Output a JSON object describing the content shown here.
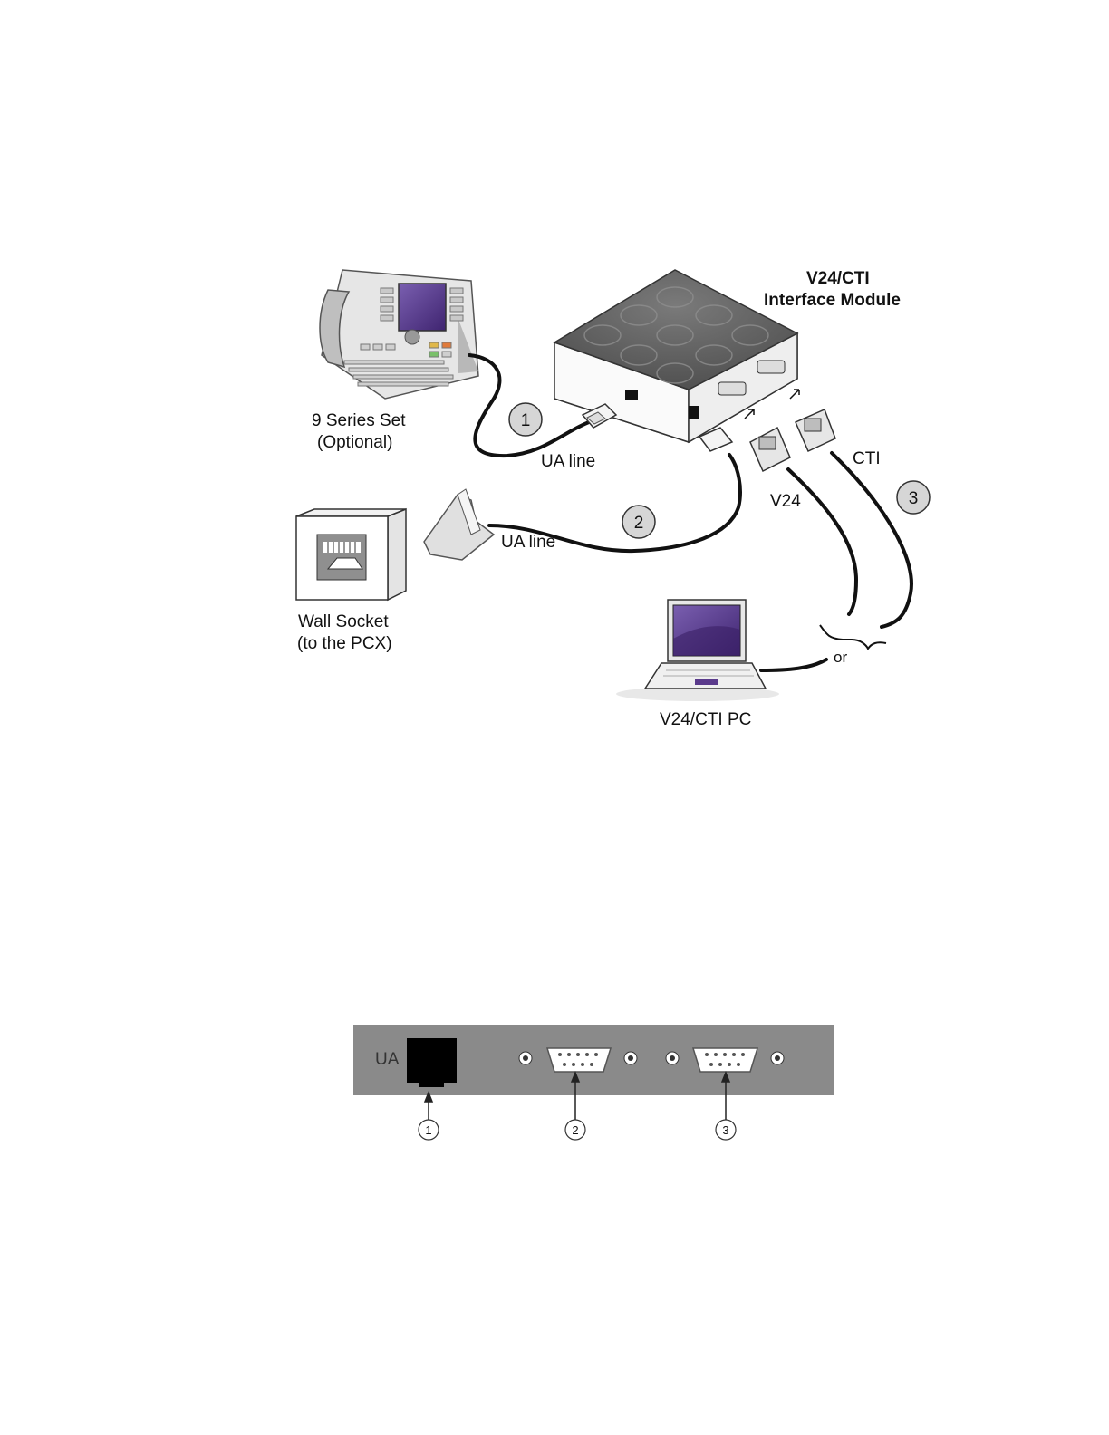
{
  "connection_diagram": {
    "module_title_line1": "V24/CTI",
    "module_title_line2": "Interface Module",
    "phone_label_line1": "9 Series Set",
    "phone_label_line2": "(Optional)",
    "wall_label_line1": "Wall Socket",
    "wall_label_line2": "(to the PCX)",
    "pc_label": "V24/CTI PC",
    "ua_line_label_1": "UA line",
    "ua_line_label_2": "UA line",
    "v24_label": "V24",
    "cti_label": "CTI",
    "or_label": "or",
    "callouts": [
      "1",
      "2",
      "3"
    ]
  },
  "rear_panel": {
    "ua_label": "UA",
    "callouts": [
      "1",
      "2",
      "3"
    ]
  },
  "colors": {
    "screen_purple": "#5b3b8c",
    "cable": "#111111",
    "panel_gray": "#8a8a8a",
    "callout_fill": "#d6d6d6"
  }
}
